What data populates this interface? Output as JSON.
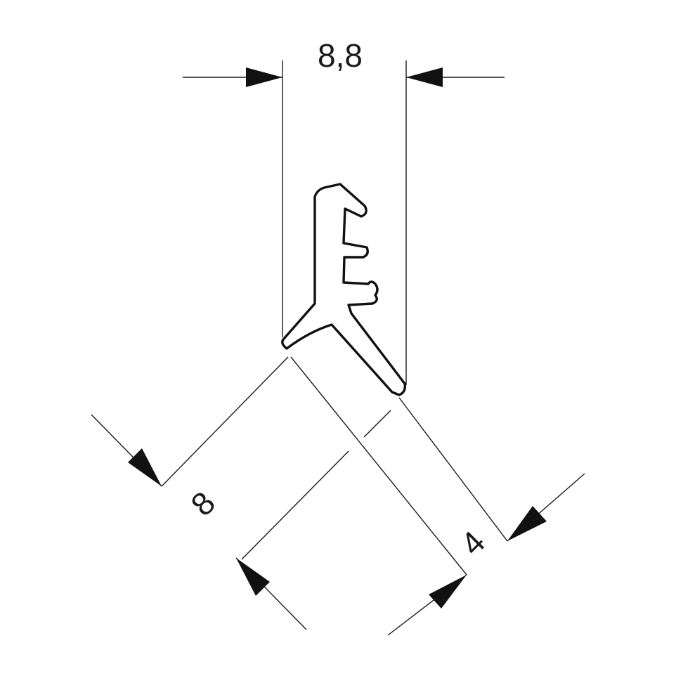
{
  "dimensions": {
    "width_label": "8,8",
    "depth_label": "8",
    "lip_label": "4"
  },
  "colors": {
    "line": "#1a1a1a",
    "background": "#ffffff"
  }
}
